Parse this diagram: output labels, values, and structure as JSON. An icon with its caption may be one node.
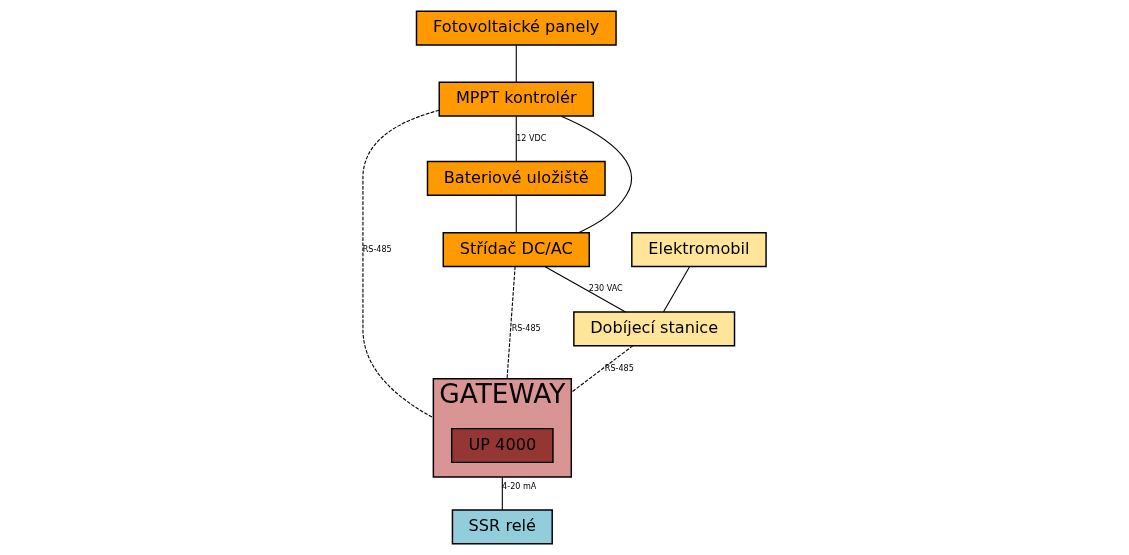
{
  "diagram": {
    "nodes": [
      {
        "text": [
          "Fotovoltaické panely"
        ]
      },
      {
        "text": [
          "Střídač DC/AC"
        ]
      },
      {
        "text": [
          "Elektromobil"
        ]
      },
      {
        "text": [
          "MPPT kontrolér"
        ]
      },
      {
        "text": [
          "Dobíjecí stanice"
        ]
      },
      {
        "text": [
          "GATEWAY"
        ]
      },
      {
        "text": [
          "UP 4000"
        ],
        "in": 5
      },
      {
        "text": [
          "Bateriové uložiště"
        ]
      },
      {
        "text": [
          "SSR relé"
        ]
      }
    ],
    "edges": [
      {
        "from": 0,
        "to": 3,
        "arrow": "none"
      },
      {
        "from": 3,
        "to": 7,
        "arrow": "none",
        "label": "12 VDC"
      },
      {
        "from": 3,
        "to": 1,
        "arrow": "none"
      },
      {
        "from": 7,
        "to": 1,
        "arrow": "none"
      },
      {
        "from": 1,
        "to": 4,
        "arrow": "none",
        "label": "230 VAC"
      },
      {
        "from": 2,
        "to": 4,
        "arrow": "none"
      },
      {
        "from": 1,
        "to": 5,
        "arrow": "none",
        "label": "RS-485",
        "style": "dashed"
      },
      {
        "from": 3,
        "to": 5,
        "arrow": "none",
        "label": "RS-485",
        "style": "dashed"
      },
      {
        "from": 4,
        "to": 5,
        "arrow": "none",
        "label": "RS-485",
        "style": "dashed"
      },
      {
        "from": 5,
        "to": 8,
        "arrow": "none",
        "label": "4-20 mA"
      }
    ]
  }
}
